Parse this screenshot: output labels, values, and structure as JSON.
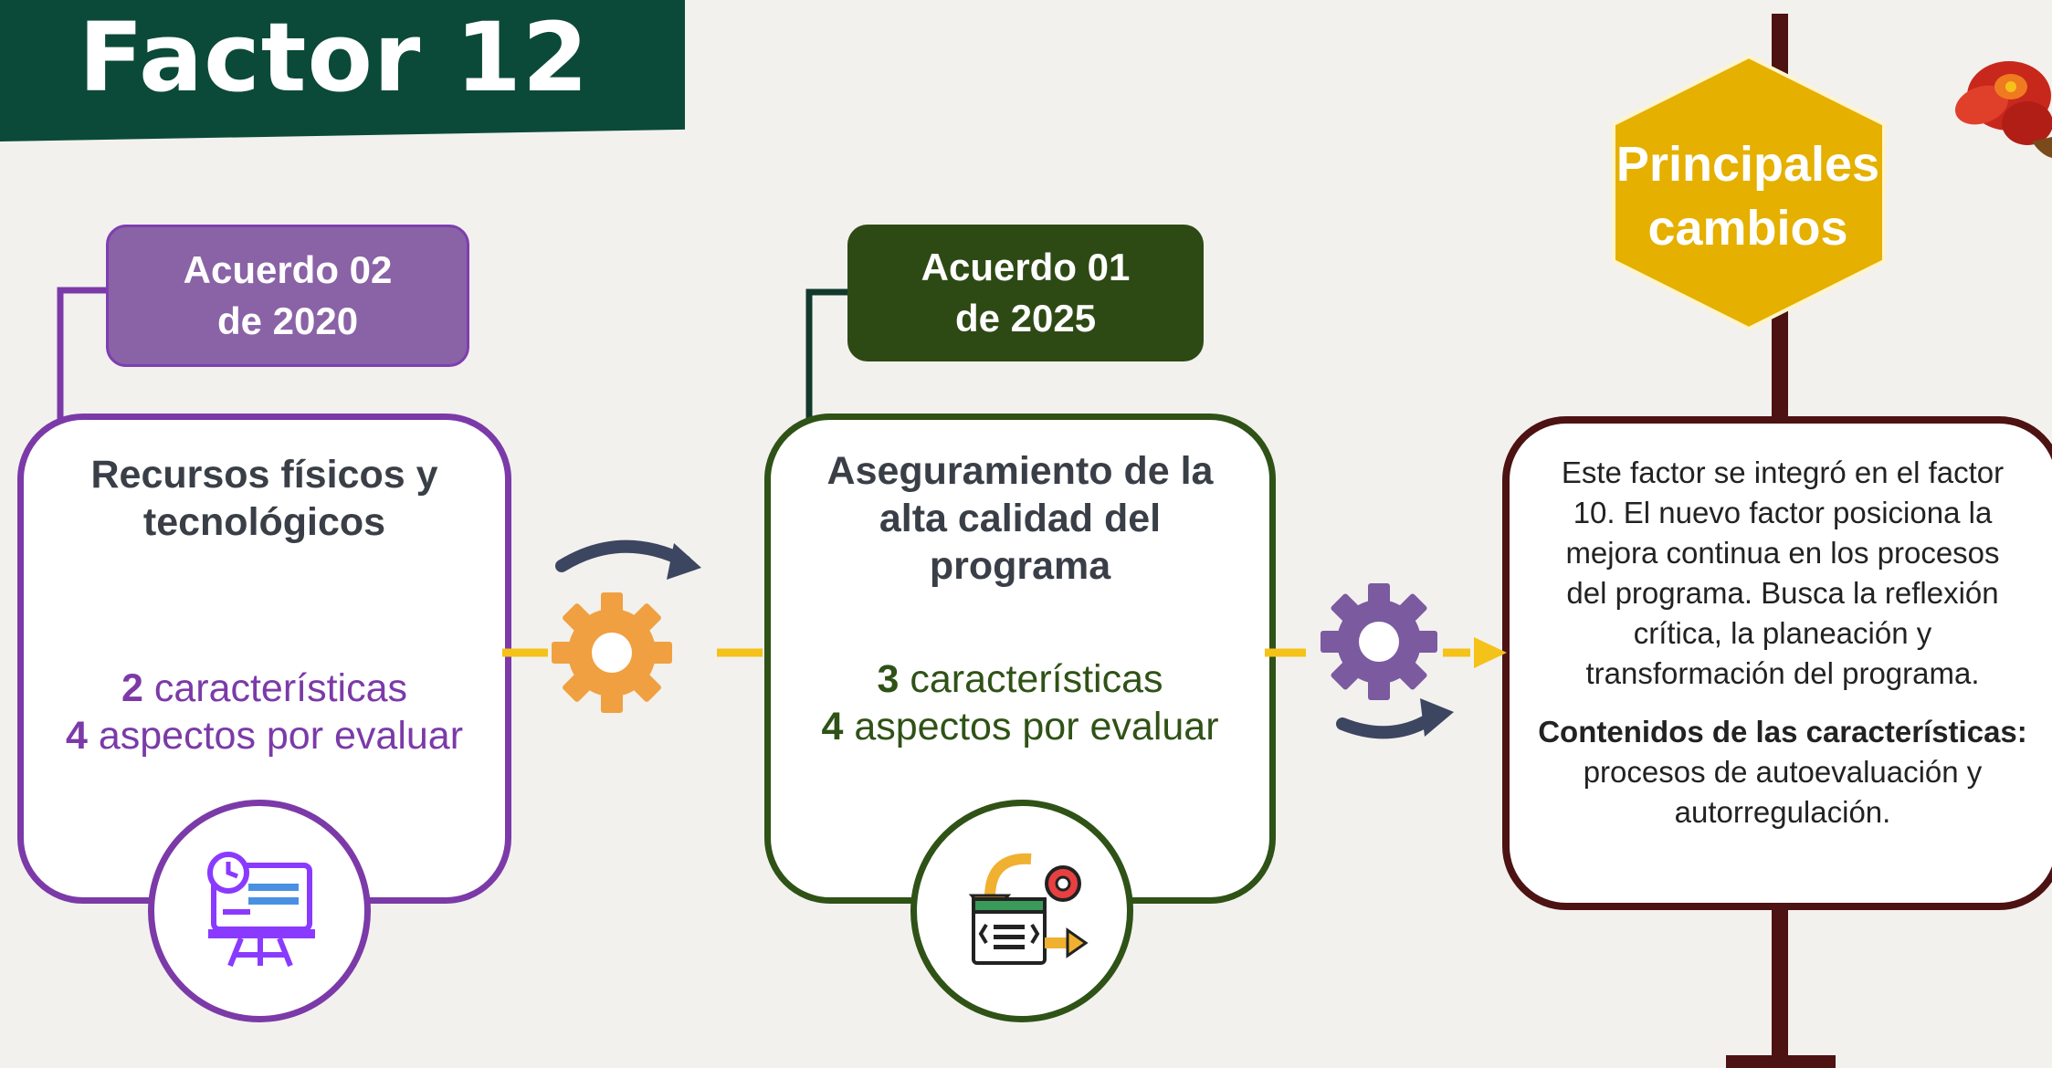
{
  "title": "Factor 12",
  "old": {
    "tab_line1": "Acuerdo 02",
    "tab_line2": "de 2020",
    "title_line1": "Recursos físicos y",
    "title_line2": "tecnológicos",
    "count1_num": "2",
    "count1_text": " características",
    "count2_num": "4",
    "count2_text": " aspectos por evaluar",
    "icon": "computer-presentation-icon"
  },
  "new": {
    "tab_line1": "Acuerdo 01",
    "tab_line2": "de 2025",
    "title_line1": "Aseguramiento de la",
    "title_line2": "alta calidad del",
    "title_line3": "programa",
    "count1_num": "3",
    "count1_text": " características",
    "count2_num": "4",
    "count2_text": " aspectos por evaluar",
    "icon": "code-process-icon"
  },
  "changes": {
    "label_line1": "Principales",
    "label_line2": "cambios",
    "desc_lines": [
      "Este factor se integró en el factor",
      "10. El nuevo factor posiciona la",
      "mejora continua en los procesos",
      "del programa. Busca la reflexión",
      "crítica, la planeación y",
      "transformación del programa."
    ],
    "contents_label": "Contenidos de las características:",
    "contents_lines": [
      "procesos de autoevaluación y",
      "autorregulación."
    ]
  },
  "colors": {
    "banner": "#0b4a38",
    "purple": "#7b3aa8",
    "green": "#2f5216",
    "maroon": "#4d1212",
    "gold": "#e5b000",
    "orange_gear": "#f0a040",
    "purple_gear": "#7b5aa0",
    "dash": "#f5c21a"
  },
  "icons": [
    "orange-gear-icon",
    "purple-gear-icon",
    "curved-arrow-icon",
    "flower-icon"
  ]
}
